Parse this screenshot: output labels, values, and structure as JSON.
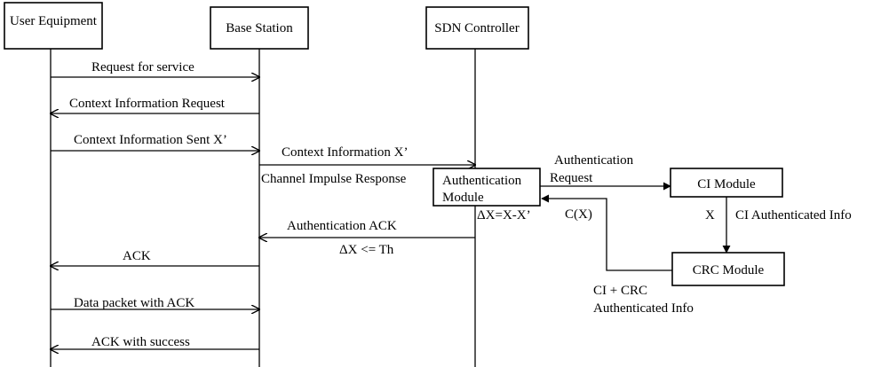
{
  "colors": {
    "ink": "#000000",
    "background": "#ffffff"
  },
  "actors": {
    "user_equipment": "User Equipment",
    "base_station": "Base Station",
    "sdn_controller": "SDN Controller"
  },
  "messages": {
    "request_for_service": "Request for service",
    "context_info_request": "Context Information Request",
    "context_info_sent": "Context Information Sent  X’",
    "context_information": "Context Information  X’",
    "authentication_ack": "Authentication ACK",
    "ack": "ACK",
    "data_packet_with_ack": "Data packet with ACK",
    "ack_with_success": "ACK with success"
  },
  "annotations": {
    "channel_impulse_response": "Channel Impulse Response",
    "delta_formula": "ΔX=X-X’",
    "threshold": "ΔX <= Th",
    "auth_request_line1": "Authentication",
    "auth_request_line2": "Request",
    "x_label": "X",
    "ci_authenticated_info": "CI Authenticated Info",
    "c_of_x": "C(X)",
    "ci_crc_line1": "CI + CRC",
    "ci_crc_line2": "Authenticated Info"
  },
  "modules": {
    "authentication_line1": "Authentication",
    "authentication_line2": "Module",
    "ci_module": "CI Module",
    "crc_module": "CRC Module"
  }
}
